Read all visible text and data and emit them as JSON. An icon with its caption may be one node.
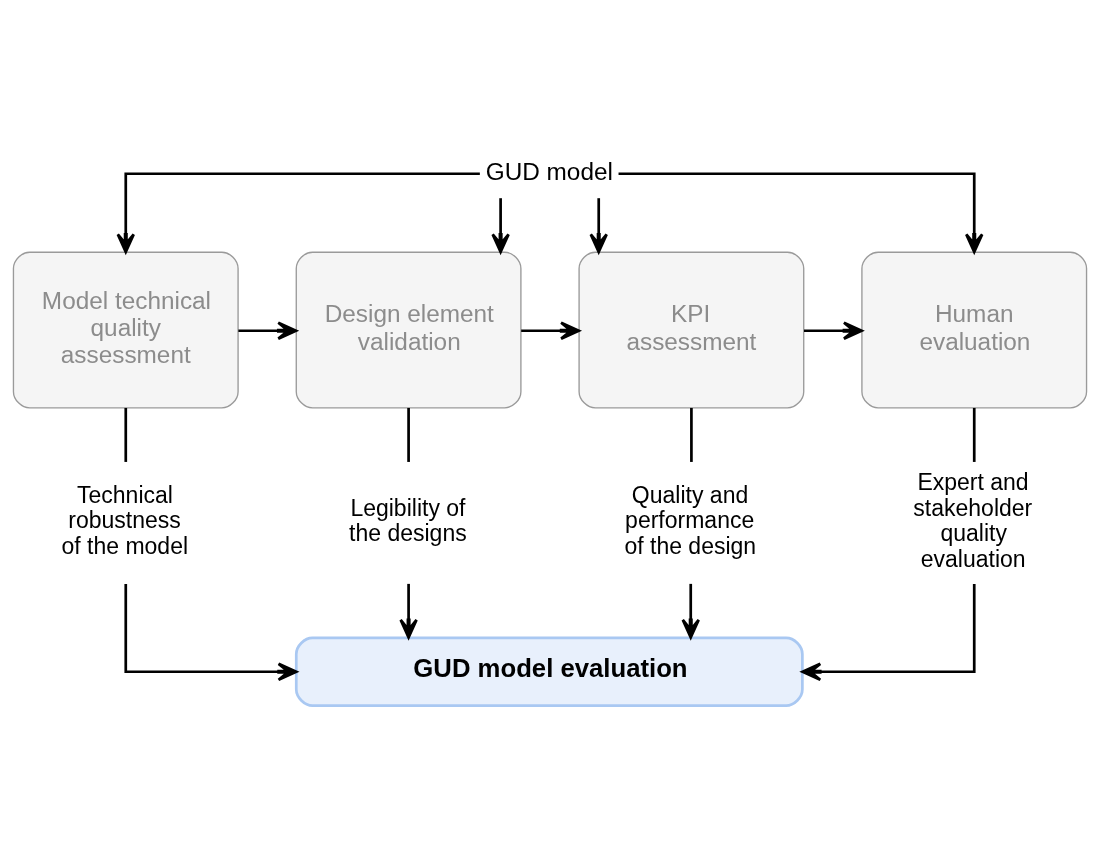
{
  "diagram": {
    "nodes": [
      {
        "text": [
          "GUD model"
        ]
      },
      {
        "text": [
          "Model technical quality assessment"
        ]
      },
      {
        "text": [
          "Design element validation"
        ]
      },
      {
        "text": [
          "KPI assessment"
        ]
      },
      {
        "text": [
          "Human evaluation"
        ]
      },
      {
        "text": [
          "Technical robustness of the model"
        ]
      },
      {
        "text": [
          "Legibility of the designs"
        ]
      },
      {
        "text": [
          "Quality and performance of the design"
        ]
      },
      {
        "text": [
          "Expert and stakeholder quality evaluation"
        ]
      },
      {
        "text": [
          "GUD model evaluation"
        ]
      }
    ],
    "edges": [
      {
        "from": 0,
        "to": 1,
        "arrow": "to"
      },
      {
        "from": 0,
        "to": 2,
        "arrow": "to"
      },
      {
        "from": 0,
        "to": 3,
        "arrow": "to"
      },
      {
        "from": 0,
        "to": 4,
        "arrow": "to"
      },
      {
        "from": 1,
        "to": 2,
        "arrow": "to"
      },
      {
        "from": 2,
        "to": 3,
        "arrow": "to"
      },
      {
        "from": 3,
        "to": 4,
        "arrow": "to"
      },
      {
        "from": 1,
        "to": 5,
        "arrow": "none"
      },
      {
        "from": 2,
        "to": 6,
        "arrow": "none"
      },
      {
        "from": 3,
        "to": 7,
        "arrow": "none"
      },
      {
        "from": 4,
        "to": 8,
        "arrow": "none"
      },
      {
        "from": 5,
        "to": 9,
        "arrow": "to"
      },
      {
        "from": 6,
        "to": 9,
        "arrow": "to"
      },
      {
        "from": 7,
        "to": 9,
        "arrow": "to"
      },
      {
        "from": 8,
        "to": 9,
        "arrow": "to"
      }
    ]
  }
}
